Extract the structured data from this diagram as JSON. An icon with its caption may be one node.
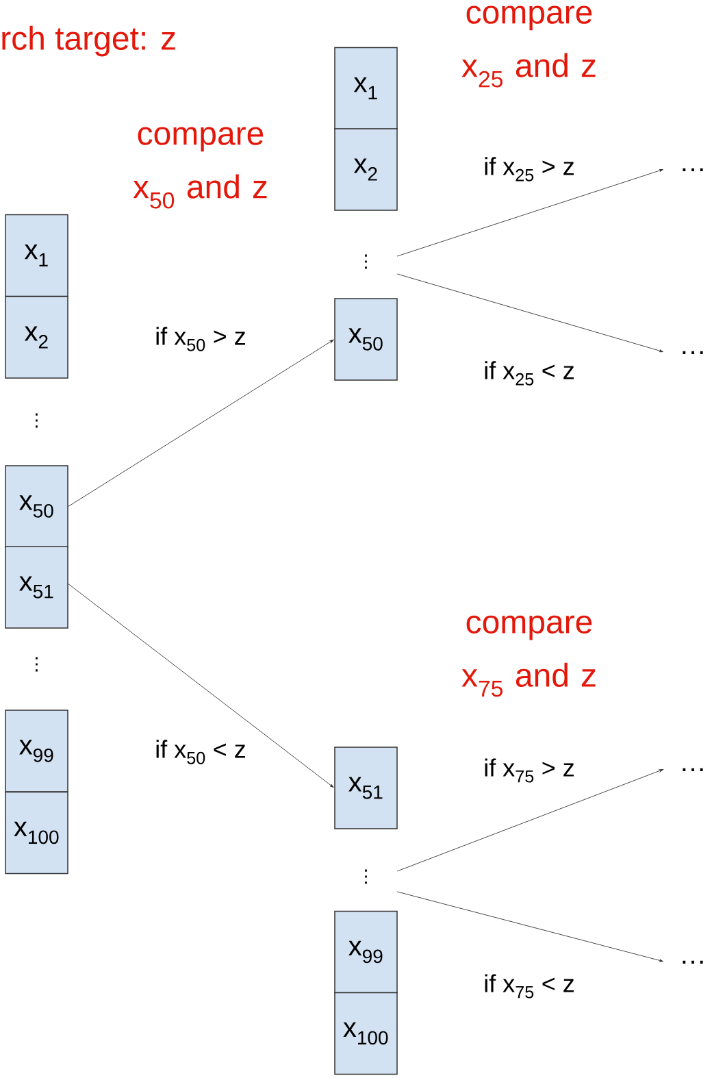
{
  "diagram": {
    "nodes": [
      {
        "text": [
          "x$_{1}$"
        ]
      },
      {
        "text": [
          "x$_{2}$"
        ]
      },
      {
        "text": [
          "x$_{50}$"
        ]
      },
      {
        "text": [
          "x$_{51}$"
        ]
      },
      {
        "text": [
          "x$_{99}$"
        ]
      },
      {
        "text": [
          "x$_{100}$"
        ]
      },
      {
        "text": [
          "x$_{1}$"
        ]
      },
      {
        "text": [
          "x$_{2}$"
        ]
      },
      {
        "text": [
          "⋮"
        ]
      },
      {
        "text": [
          "x$_{50}$"
        ]
      },
      {
        "text": [
          "x$_{51}$"
        ]
      },
      {
        "text": [
          "⋮"
        ]
      },
      {
        "text": [
          "x$_{99}$"
        ]
      },
      {
        "text": [
          "x$_{100}$"
        ]
      },
      {
        "text": [
          "…"
        ]
      },
      {
        "text": [
          "…"
        ]
      },
      {
        "text": [
          "…"
        ]
      },
      {
        "text": [
          "…"
        ]
      }
    ],
    "edges": [
      {
        "from": 2,
        "to": 9,
        "arrow": "to",
        "label": "if x$_{50}$ > z"
      },
      {
        "from": 3,
        "to": 10,
        "arrow": "to",
        "label": "if x$_{50}$ < z"
      },
      {
        "from": 8,
        "to": 14,
        "arrow": "to",
        "label": "if x$_{25}$ > z"
      },
      {
        "from": 8,
        "to": 15,
        "arrow": "to",
        "label": "if x$_{25}$ < z"
      },
      {
        "from": 11,
        "to": 16,
        "arrow": "to",
        "label": "if x$_{75}$ > z"
      },
      {
        "from": 11,
        "to": 17,
        "arrow": "to",
        "label": "if x$_{75}$ < z"
      }
    ],
    "labels": [
      "compare x$_{25}$ and z",
      "rch target: z",
      "compare x$_{50}$ and z",
      "⋮",
      "compare x$_{75}$ and z",
      "⋮"
    ]
  }
}
